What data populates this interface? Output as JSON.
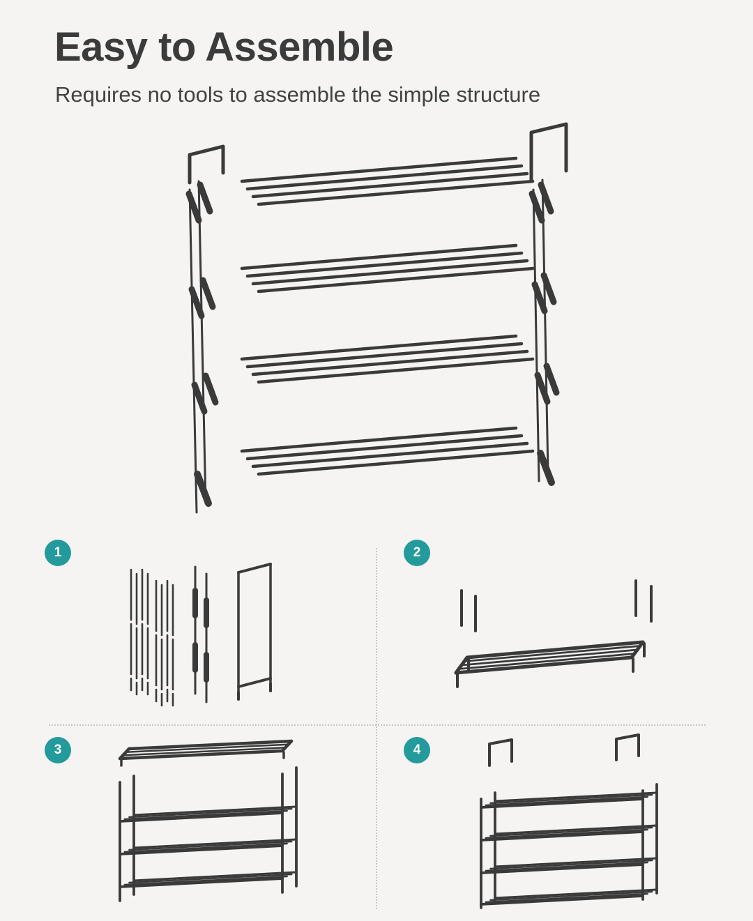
{
  "header": {
    "title": "Easy to Assemble",
    "subtitle": "Requires no tools to assemble the simple structure"
  },
  "hero": {
    "illustration": "exploded-four-tier-shoe-rack"
  },
  "steps": [
    {
      "number": "1",
      "illustration": "loose-poles-and-side-frames"
    },
    {
      "number": "2",
      "illustration": "single-shelf-with-upright-tubes"
    },
    {
      "number": "3",
      "illustration": "three-tier-rack-adding-top-shelf"
    },
    {
      "number": "4",
      "illustration": "four-tier-rack-attaching-side-handles"
    }
  ],
  "colors": {
    "background": "#f5f4f2",
    "text": "#3b3b3b",
    "badge": "#239a9b",
    "badge_number": "#ffffff",
    "line_art": "#3a3a3a",
    "divider": "#c7c7c7"
  }
}
